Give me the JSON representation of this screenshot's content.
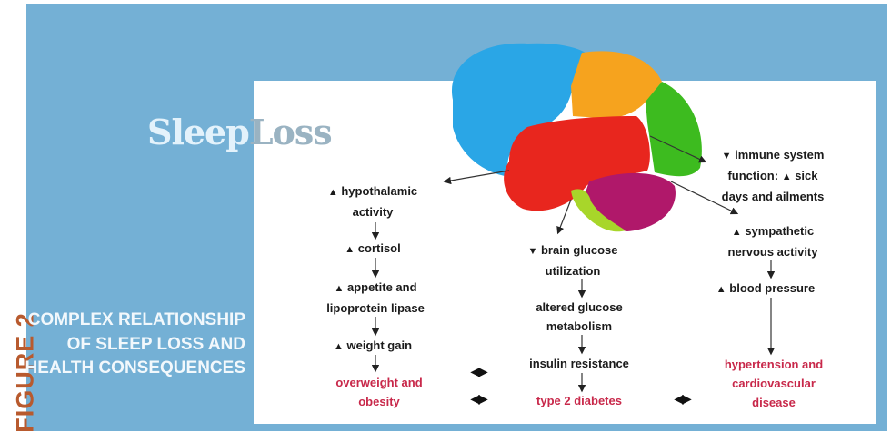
{
  "figure_label": "FIGURE 2",
  "title": {
    "part1": "Sleep",
    "part2": "Loss"
  },
  "subtitle": "COMPLEX RELATIONSHIP OF SLEEP LOSS AND HEALTH CONSEQUENCES",
  "symbols": {
    "up": "▲",
    "down": "▼",
    "bidirectional": "◀▶"
  },
  "left_column": {
    "hypothalamic": [
      "hypothalamic",
      "activity"
    ],
    "cortisol": "cortisol",
    "appetite": [
      "appetite and",
      "lipoprotein lipase"
    ],
    "weight_gain": "weight gain",
    "outcome": [
      "overweight and",
      "obesity"
    ]
  },
  "middle_column": {
    "brain_glucose": [
      "brain glucose",
      "utilization"
    ],
    "altered_glucose": [
      "altered glucose",
      "metabolism"
    ],
    "insulin": "insulin resistance",
    "outcome": "type 2 diabetes"
  },
  "right_column": {
    "immune": [
      "immune system",
      "function:",
      "sick",
      "days and ailments"
    ],
    "sympathetic": [
      "sympathetic",
      "nervous activity"
    ],
    "blood_pressure": "blood pressure",
    "outcome": [
      "hypertension and",
      "cardiovascular",
      "disease"
    ]
  },
  "colors": {
    "background": "#74b0d5",
    "outcome": "#c8284a",
    "figure_label": "#b85a2e"
  }
}
